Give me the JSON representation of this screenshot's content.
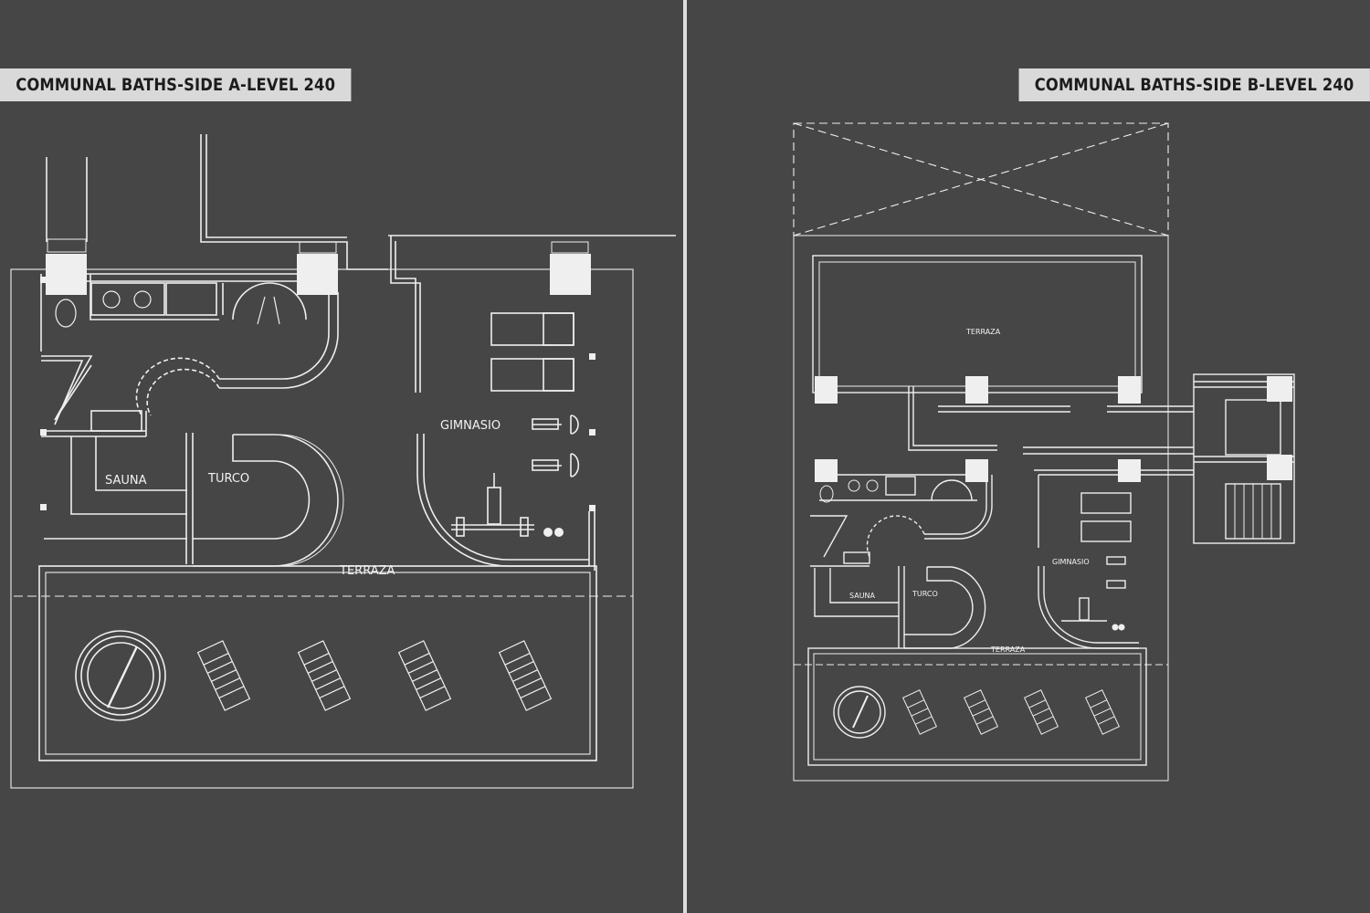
{
  "panels": {
    "a": {
      "title": "COMMUNAL BATHS-SIDE A-LEVEL 240",
      "rooms": {
        "sauna": "SAUNA",
        "turco": "TURCO",
        "gimnasio": "GIMNASIO",
        "terraza": "TERRAZA"
      }
    },
    "b": {
      "title": "COMMUNAL BATHS-SIDE B-LEVEL 240",
      "rooms": {
        "terraza_top": "TERRAZA",
        "gimnasio": "GIMNASIO",
        "sauna": "SAUNA",
        "turco": "TURCO",
        "terraza": "TERRAZA"
      }
    }
  },
  "colors": {
    "background": "#464646",
    "linework": "#f0f0f0",
    "label_bg": "#d9d9d9",
    "label_text": "#1c1c1c",
    "divider": "#dcdcdc"
  }
}
